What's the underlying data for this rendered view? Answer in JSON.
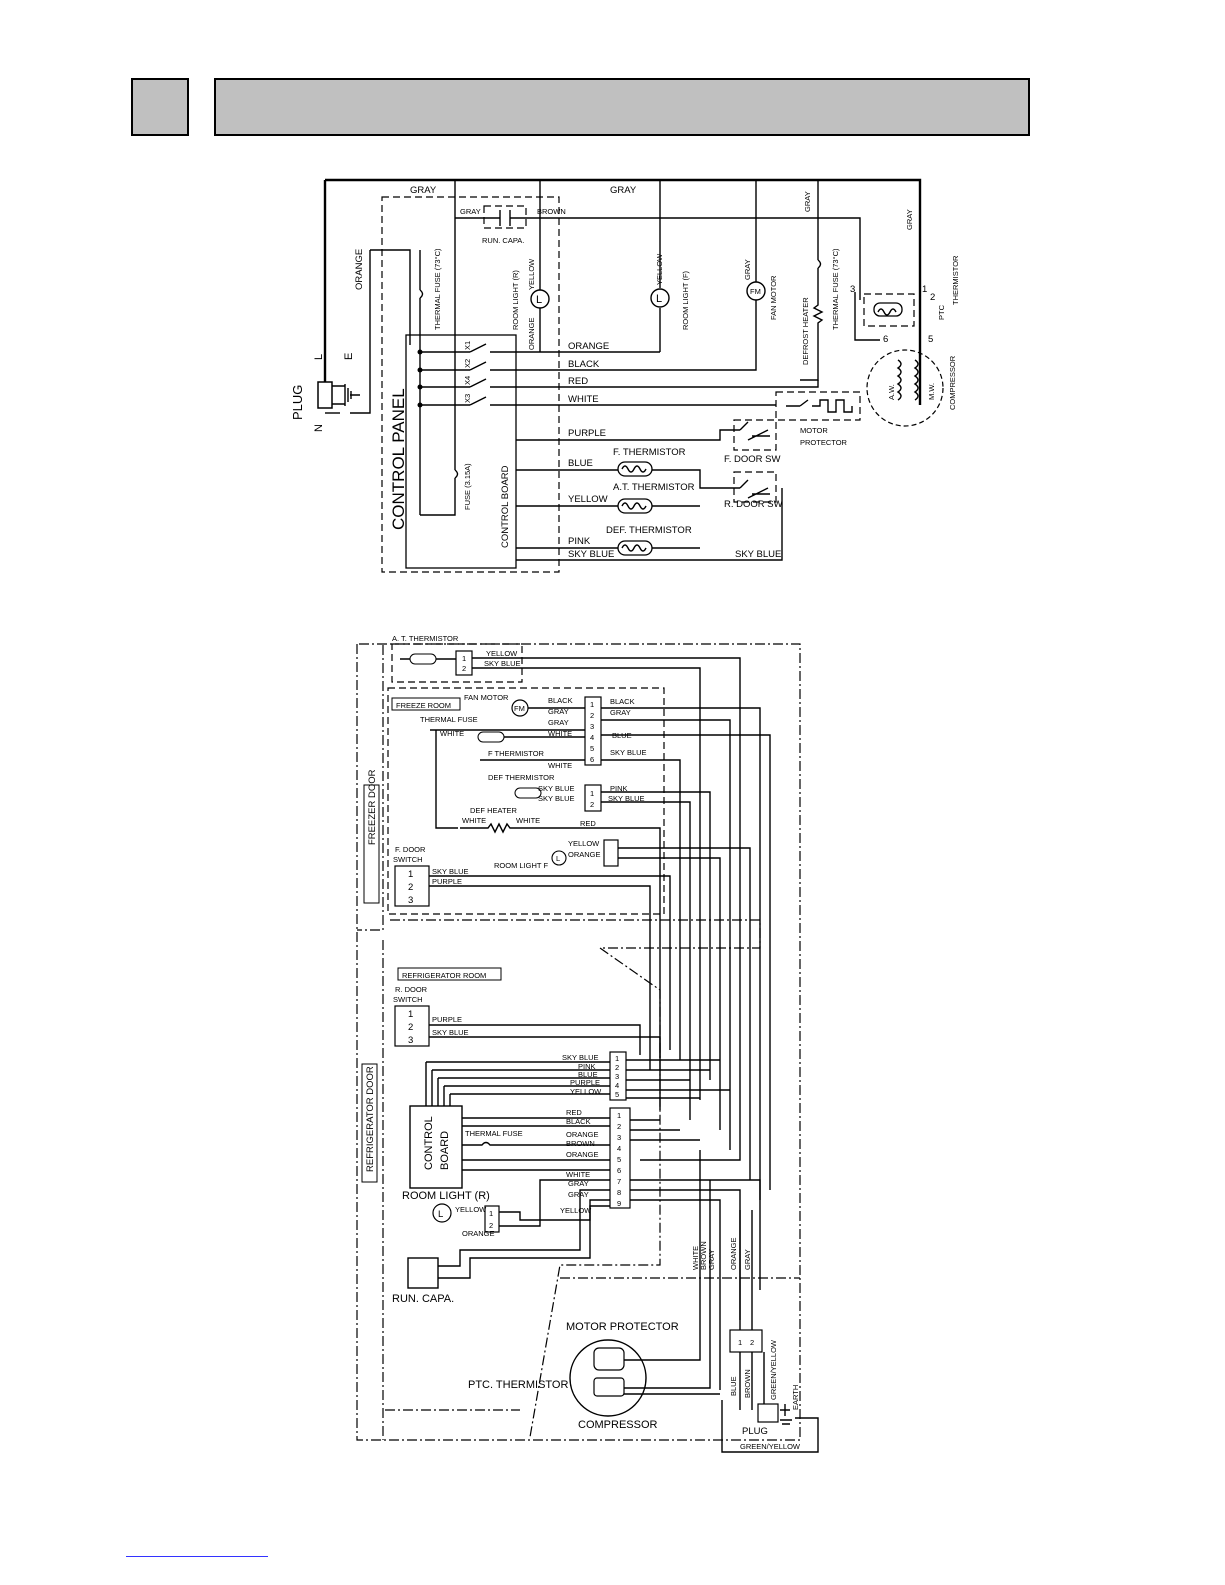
{
  "schematic": {
    "plug": {
      "title": "PLUG",
      "n": "N",
      "l": "L",
      "e": "E"
    },
    "control_panel": "CONTROL PANEL",
    "control_board": "CONTROL BOARD",
    "thermal_fuse": "THERMAL FUSE (73°C)",
    "fuse": "FUSE (3.15A)",
    "run_capa": "RUN. CAPA.",
    "room_light_r": "ROOM LIGHT (R)",
    "room_light_f": "ROOM LIGHT (F)",
    "fan_motor": "FAN MOTOR",
    "fm": "FM",
    "lamp": "L",
    "defrost_heater": "DEFROST HEATER",
    "thermal_fuse_def": "THERMAL FUSE (73°C)",
    "ptc": "PTC",
    "thermistor": "THERMISTOR",
    "compressor": "COMPRESSOR",
    "aw": "A.W.",
    "mw": "M.W.",
    "motor_protector_1": "MOTOR",
    "motor_protector_2": "PROTECTOR",
    "f_thermistor": "F. THERMISTOR",
    "at_thermistor": "A.T. THERMISTOR",
    "def_thermistor": "DEF. THERMISTOR",
    "f_door_sw": "F. DOOR SW",
    "r_door_sw": "R. DOOR SW",
    "relays": {
      "x1": "X1",
      "x2": "X2",
      "x4": "X4",
      "x3": "X3"
    },
    "terminals": {
      "t1": "1",
      "t2": "2",
      "t3": "3",
      "t5": "5",
      "t6": "6"
    },
    "wires": {
      "gray": "GRAY",
      "brown": "BROWN",
      "yellow": "YELLOW",
      "orange": "ORANGE",
      "black": "BLACK",
      "red": "RED",
      "white": "WHITE",
      "purple": "PURPLE",
      "blue": "BLUE",
      "pink": "PINK",
      "sky_blue": "SKY BLUE"
    }
  },
  "wiring": {
    "at_thermistor": "A. T. THERMISTOR",
    "freeze_room": "FREEZE ROOM",
    "fan_motor": "FAN MOTOR",
    "fm": "FM",
    "thermal_fuse": "THERMAL FUSE",
    "f_thermistor": "F THERMISTOR",
    "def_thermistor": "DEF THERMISTOR",
    "def_heater": "DEF HEATER",
    "freezer_door": "FREEZER DOOR",
    "f_door": "F. DOOR",
    "switch": "SWITCH",
    "room_light_f": "ROOM LIGHT F",
    "refrigerator_room": "REFRIGERATOR ROOM",
    "r_door": "R. DOOR",
    "refrigerator_door": "REFRIGERATOR DOOR",
    "control": "CONTROL",
    "board": "BOARD",
    "thermal_fuse_2": "THERMAL FUSE",
    "room_light_r": "ROOM LIGHT (R)",
    "run_capa": "RUN. CAPA.",
    "motor_protector": "MOTOR PROTECTOR",
    "ptc_thermistor": "PTC. THERMISTOR",
    "compressor": "COMPRESSOR",
    "plug": "PLUG",
    "earth": "EARTH",
    "green_yellow": "GREEN/YELLOW",
    "lamp": "L",
    "wires": {
      "yellow": "YELLOW",
      "sky_blue": "SKY BLUE",
      "black": "BLACK",
      "gray": "GRAY",
      "white": "WHITE",
      "blue": "BLUE",
      "pink": "PINK",
      "red": "RED",
      "purple": "PURPLE",
      "orange": "ORANGE",
      "brown": "BROWN",
      "green_yellow": "GREEN/YELLOW"
    },
    "pins": {
      "p1": "1",
      "p2": "2",
      "p3": "3",
      "p4": "4",
      "p5": "5",
      "p6": "6",
      "p7": "7",
      "p8": "8",
      "p9": "9"
    }
  }
}
